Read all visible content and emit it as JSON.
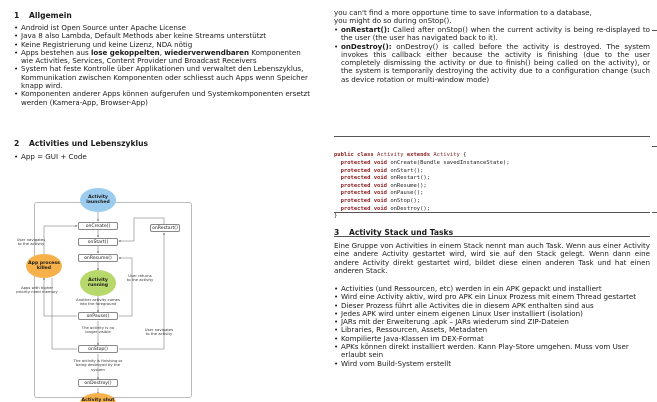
{
  "section1": {
    "num": "1",
    "title": "Allgemein",
    "bullets": [
      [
        "Android ist Open Source unter Apache License"
      ],
      [
        "Java 8 also Lambda, Default Methods aber keine Streams unterstützt"
      ],
      [
        "Keine Registrierung und keine Lizenz, NDA nötig"
      ],
      [
        "Apps bestehen aus ",
        "lose gekoppelten",
        ", ",
        "wiederverwendbaren",
        " Komponenten wie Activities, Services, Content Provider und Broadcast Receivers"
      ],
      [
        "System hat feste Kontrolle über Applikationen und verwaltet den Lebenszyklus, Kommunikation zwischen Komponenten oder schliesst auch Apps wenn Speicher knapp wird."
      ],
      [
        "Komponenten anderer Apps können aufgerufen und Systemkomponenten ersetzt werden (Kamera-App, Browser-App)"
      ]
    ]
  },
  "section2": {
    "num": "2",
    "title": "Activities und Lebenszyklus",
    "bullets": [
      "App = GUI + Code"
    ]
  },
  "diagram": {
    "launched": "Activity launched",
    "running": "Activity running",
    "killed": "App process killed",
    "shutdown": "Activity shut down",
    "onCreate": "onCreate()",
    "onStart": "onStart()",
    "onRestart": "onRestart()",
    "onResume": "onResume()",
    "onPause": "onPause()",
    "onStop": "onStop()",
    "onDestroy": "onDestroy()",
    "lbl_navigates_to": "User navigates to the activity",
    "lbl_returns": "User returns to the activity",
    "lbl_foreground": "Another activity comes into the foreground",
    "lbl_no_longer": "The activity is no longer visible",
    "lbl_priority": "Apps with higher priority need memory",
    "lbl_navigates_to2": "User navigates to the activity",
    "lbl_finishing": "The activity is finishing or being destroyed by the system"
  },
  "right_top": {
    "cont_line1": "you can't find a more opportune time to save information to a database,",
    "cont_line2": "you might do so during onStop().",
    "items": [
      {
        "name": "onRestart():",
        "text": " Called after onStop() when the current activity is being re-displayed to the user (the user has navigated back to it)."
      },
      {
        "name": "onDestroy():",
        "text": " onDestroy() is called before the activity is destroyed. The system invokes this callback either because the activity is finishing (due to the user completely dismissing the activity or due to finish() being called on the activity), or the system is temporarily destroying the activity due to a configuration change (such as device rotation or multi-window mode)"
      }
    ]
  },
  "code": {
    "line0": [
      "public class ",
      "Activity",
      " extends ",
      "Activity",
      " {"
    ],
    "methods": [
      "onCreate(Bundle savedInstanceState);",
      "onStart();",
      "onRestart();",
      "onResume();",
      "onPause();",
      "onStop();",
      "onDestroy();"
    ],
    "kw_protected": "protected",
    "kw_void": "void",
    "close": "}"
  },
  "section3": {
    "num": "3",
    "title": "Activity Stack und Tasks",
    "para": "Eine Gruppe von Activities in einem Stack nennt man auch Task. Wenn aus einer Activity eine andere Activity gestartet wird, wird sie auf den Stack gelegt. Wenn dann eine andere Activity direkt gestartet wird, bildet diese einen anderen Task und hat einen anderen Stack.",
    "bullets": [
      "Activities (und Ressourcen, etc) werden in ein APK gepackt und installiert",
      "Wird eine Activity aktiv, wird pro APK ein Linux Prozess mit einem Thread gestartet",
      "Dieser Prozess führt alle Activites die in diesem APK enthalten sind aus",
      "Jedes APK wird unter einem eigenen Linux User installiert (isolation)",
      "JARs mit der Erweiterung .apk – JARs wiederum sind ZIP-Dateien",
      "Libraries, Ressourcen, Assets, Metadaten",
      "Kompilierte Java-Klassen im DEX-Format",
      "APKs können direkt installiert werden. Kann Play-Store umgehen. Muss vom User erlaubt sein",
      "Wird vom Build-System erstellt"
    ]
  }
}
